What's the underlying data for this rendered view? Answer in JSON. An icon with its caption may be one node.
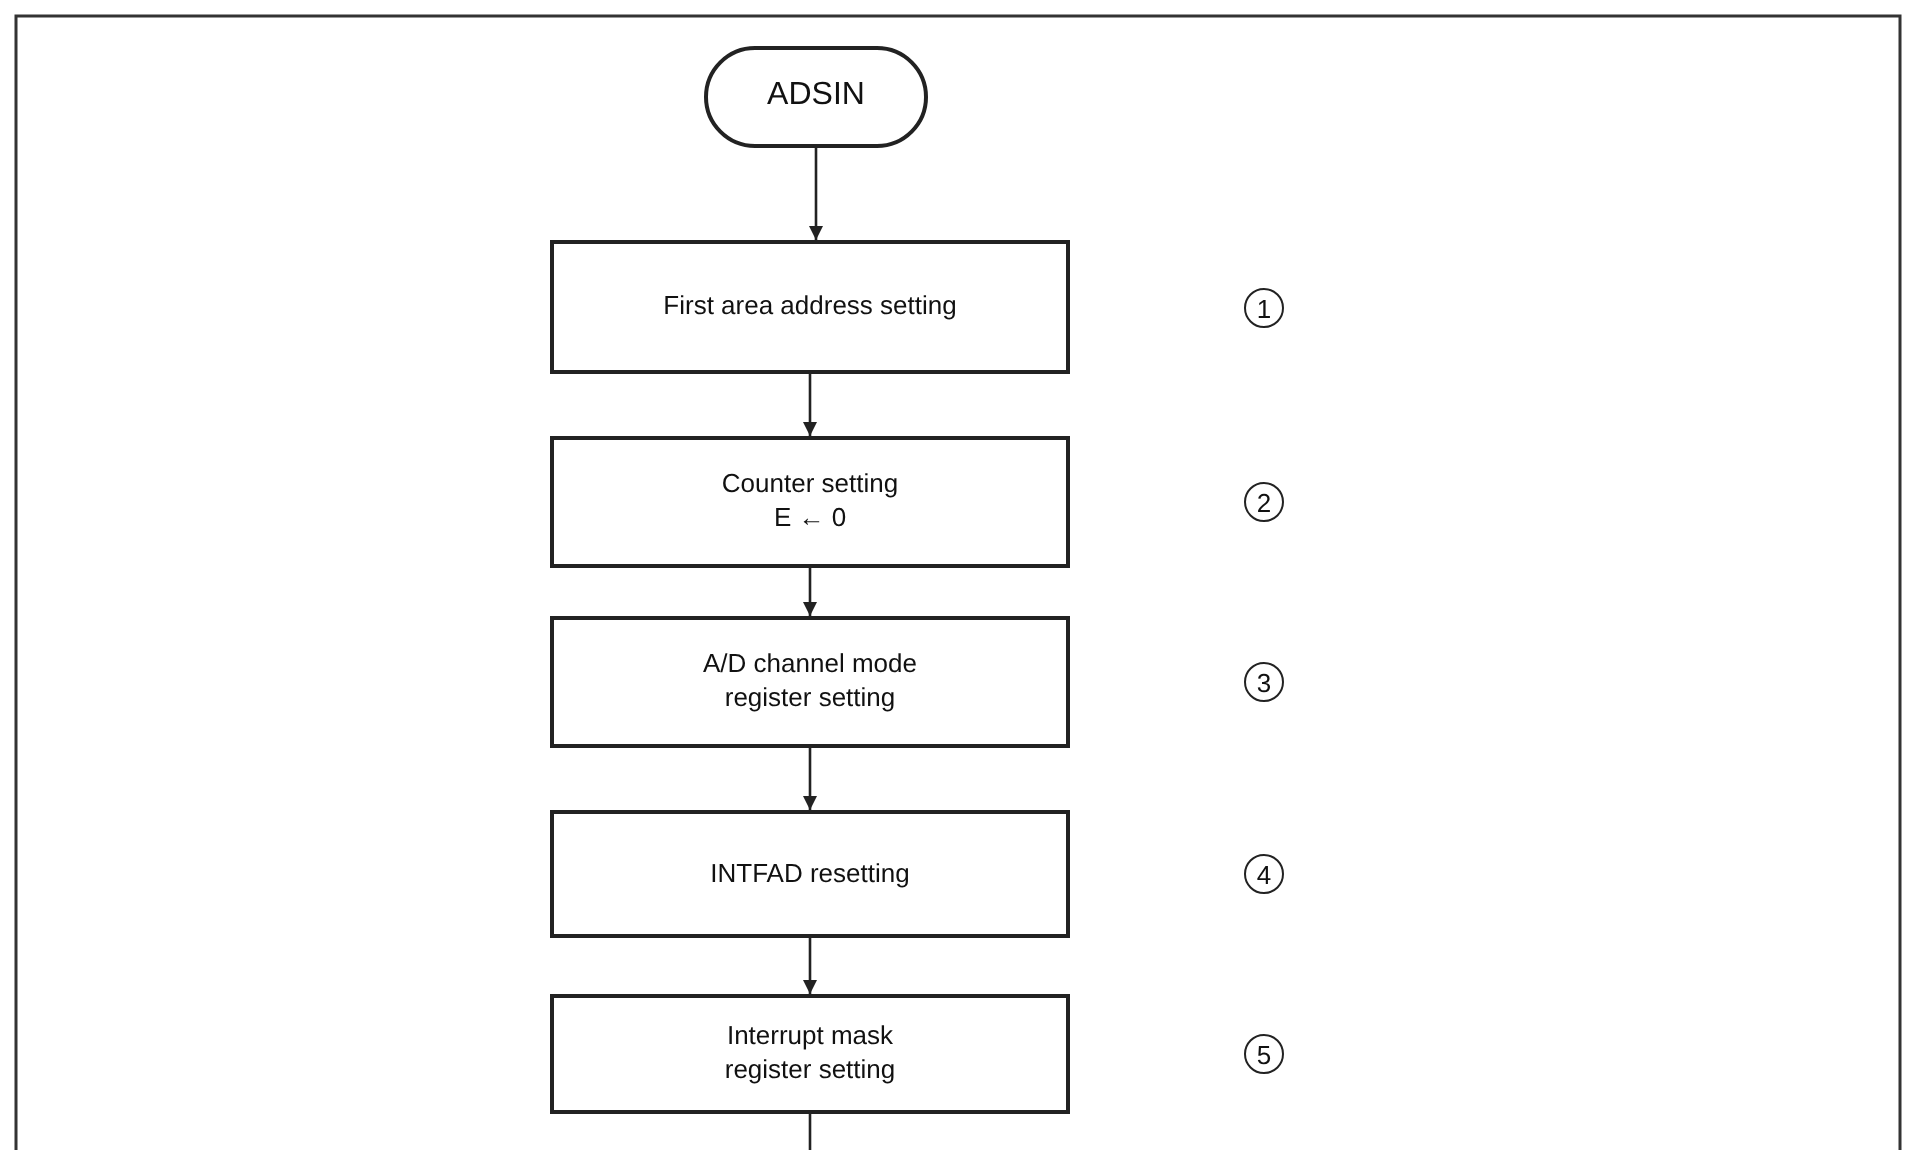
{
  "diagram": {
    "nodes": [
      {
        "text": [
          "ADSIN"
        ]
      },
      {
        "text": [
          "First area address setting"
        ]
      },
      {
        "text": [
          "Counter setting",
          "E ← 0"
        ]
      },
      {
        "text": [
          "A/D channel mode register setting"
        ]
      },
      {
        "text": [
          "INTFAD resetting"
        ]
      },
      {
        "text": [
          "Interrupt mask register setting"
        ]
      }
    ],
    "edges": [
      {
        "from": 0,
        "to": 1,
        "arrow": "to"
      },
      {
        "from": 1,
        "to": 2,
        "arrow": "to"
      },
      {
        "from": 2,
        "to": 3,
        "arrow": "to"
      },
      {
        "from": 3,
        "to": 4,
        "arrow": "to"
      },
      {
        "from": 4,
        "to": 5,
        "arrow": "to"
      },
      {
        "from": 5,
        "to": null,
        "arrow": "none"
      }
    ],
    "labels": [
      "1",
      "2",
      "3",
      "4",
      "5"
    ]
  }
}
